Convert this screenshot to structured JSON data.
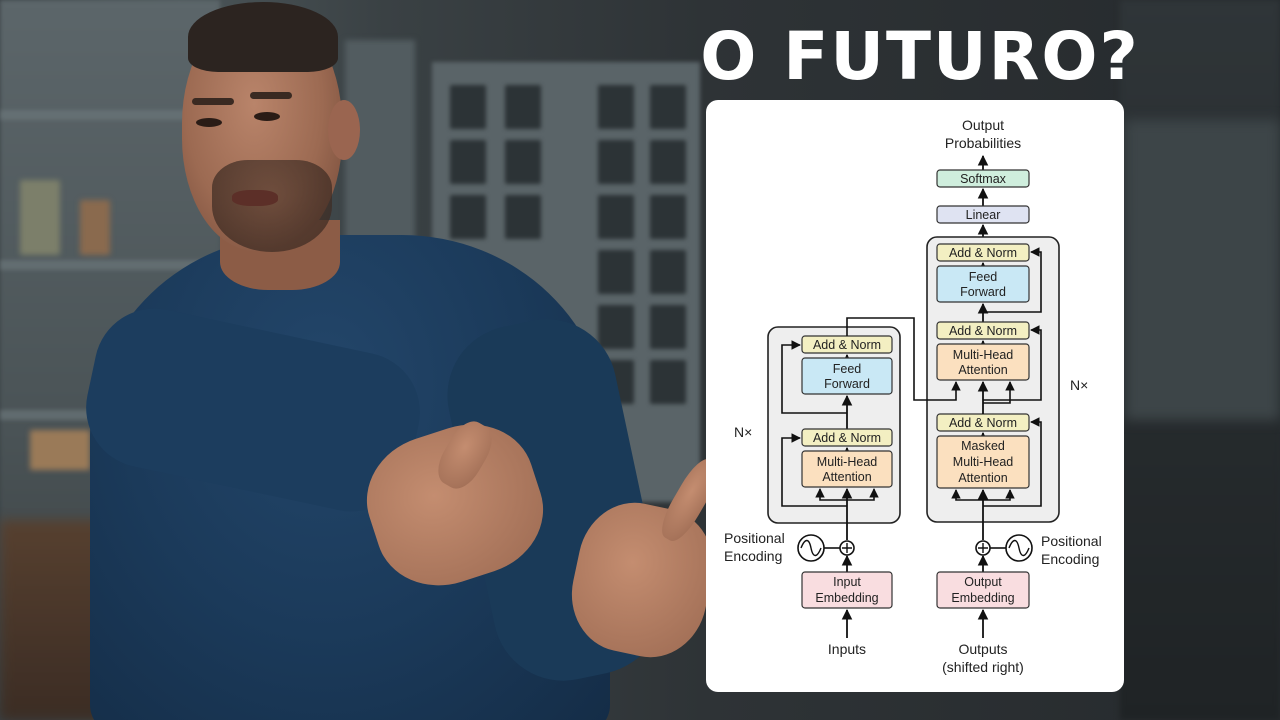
{
  "headline": "O FUTURO?",
  "diagram": {
    "output_probabilities": [
      "Output",
      "Probabilities"
    ],
    "softmax": "Softmax",
    "linear": "Linear",
    "add_norm": "Add & Norm",
    "feed_forward": [
      "Feed",
      "Forward"
    ],
    "multi_head_attention": [
      "Multi-Head",
      "Attention"
    ],
    "masked_multi_head_attention": [
      "Masked",
      "Multi-Head",
      "Attention"
    ],
    "nx": "N×",
    "positional_encoding": [
      "Positional",
      "Encoding"
    ],
    "input_embedding": [
      "Input",
      "Embedding"
    ],
    "output_embedding": [
      "Output",
      "Embedding"
    ],
    "inputs": "Inputs",
    "outputs": [
      "Outputs",
      "(shifted right)"
    ]
  },
  "colors": {
    "add_norm_fill": "#f3efc2",
    "feed_forward_fill": "#c9e8f5",
    "attention_fill": "#fbe0bf",
    "embedding_fill": "#f9dde0",
    "softmax_fill": "#cfeedd",
    "linear_fill": "#dfe3f2",
    "block_bg": "#eeeeee"
  }
}
